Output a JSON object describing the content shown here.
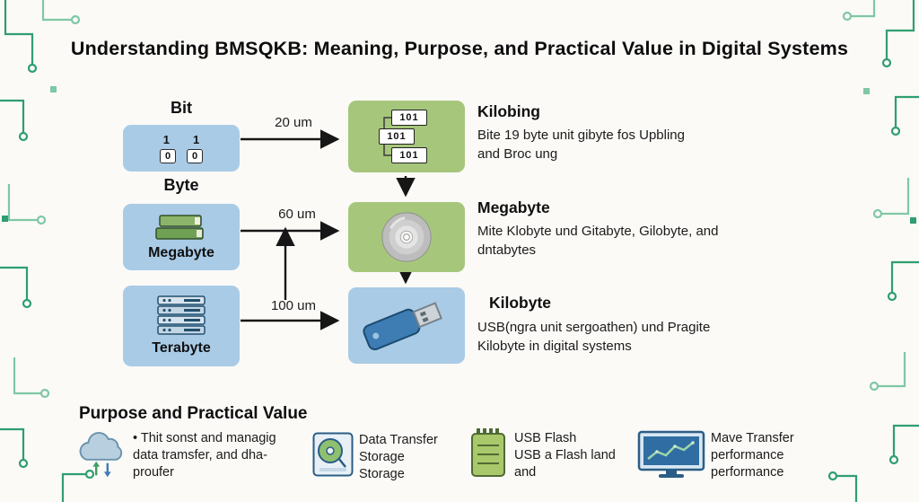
{
  "title": "Understanding BMSQKB: Meaning, Purpose, and Practical Value in Digital Systems",
  "flow": {
    "stage1": {
      "label": "Bit",
      "bits_top": [
        "1",
        "1"
      ],
      "bits_bottom": [
        "0",
        "0"
      ]
    },
    "stage2": {
      "label": "Byte",
      "caption": "Megabyte"
    },
    "stage3": {
      "caption": "Terabyte"
    },
    "arrow_labels": [
      "20 um",
      "60 um",
      "100 um"
    ],
    "chip_text": "101",
    "right_items": [
      {
        "heading": "Kilobing",
        "body": "Bite 19 byte unit gibyte fos Upbling\nand Broc ung"
      },
      {
        "heading": "Megabyte",
        "body": "Mite Klobyte und Gitabyte, Gilobyte, and\ndntabytes"
      },
      {
        "heading": "Kilobyte",
        "body": "USB(ngra unit sergoathen) und Pragite\nKilobyte in digital systems"
      }
    ]
  },
  "bottom": {
    "heading": "Purpose and Practical Value",
    "items": [
      {
        "icon": "cloud-transfer-icon",
        "text": "• Thit sonst and managig\ndata tramsfer, and dha-\nproufer"
      },
      {
        "icon": "hard-disk-icon",
        "text": "Data Transfer\nStorage\nStorage"
      },
      {
        "icon": "usb-flash-icon",
        "text": "USB Flash\nUSB a Flash land\nand"
      },
      {
        "icon": "monitor-performance-icon",
        "text": "Mave Transfer\nperformance\nperformance"
      }
    ]
  },
  "colors": {
    "blue_box": "#a9cbe6",
    "green_box": "#a6c77b",
    "circuit_green": "#2f9e70",
    "text": "#141414"
  }
}
